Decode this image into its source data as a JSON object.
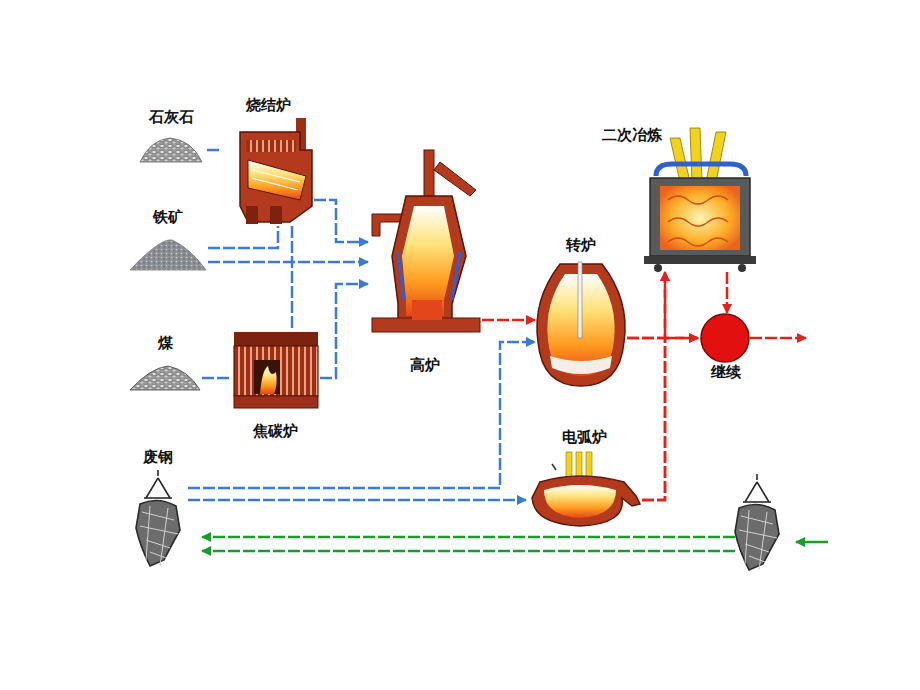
{
  "diagram": {
    "nodes": [
      {
        "text": [
          "石灰石"
        ]
      },
      {
        "text": [
          "烧结炉"
        ]
      },
      {
        "text": [
          "铁矿"
        ]
      },
      {
        "text": [
          "煤"
        ]
      },
      {
        "text": [
          "焦碳炉"
        ]
      },
      {
        "text": [
          "高炉"
        ]
      },
      {
        "text": [
          "转炉"
        ]
      },
      {
        "text": [
          "二次冶炼"
        ]
      },
      {
        "text": [
          "继续"
        ]
      },
      {
        "text": [
          "电弧炉"
        ]
      },
      {
        "text": [
          "废钢"
        ]
      }
    ],
    "edges": [
      {
        "from": 0,
        "to": 1,
        "arrow": "none"
      },
      {
        "from": 2,
        "to": 1,
        "arrow": "none"
      },
      {
        "from": 2,
        "to": 5,
        "arrow": "to"
      },
      {
        "from": 3,
        "to": 4,
        "arrow": "none"
      },
      {
        "from": 1,
        "to": 5,
        "arrow": "to"
      },
      {
        "from": 4,
        "to": 5,
        "arrow": "to"
      },
      {
        "from": 4,
        "to": 1,
        "arrow": "none"
      },
      {
        "from": 5,
        "to": 6,
        "arrow": "to"
      },
      {
        "from": 10,
        "to": 6,
        "arrow": "to"
      },
      {
        "from": 10,
        "to": 9,
        "arrow": "to"
      },
      {
        "from": 6,
        "to": 8,
        "arrow": "to"
      },
      {
        "from": 9,
        "to": 8,
        "arrow": "to"
      },
      {
        "from": 6,
        "to": 7,
        "arrow": "to"
      },
      {
        "from": 7,
        "to": 8,
        "arrow": "to"
      },
      {
        "from": 9,
        "to": 7,
        "arrow": "to"
      }
    ]
  }
}
